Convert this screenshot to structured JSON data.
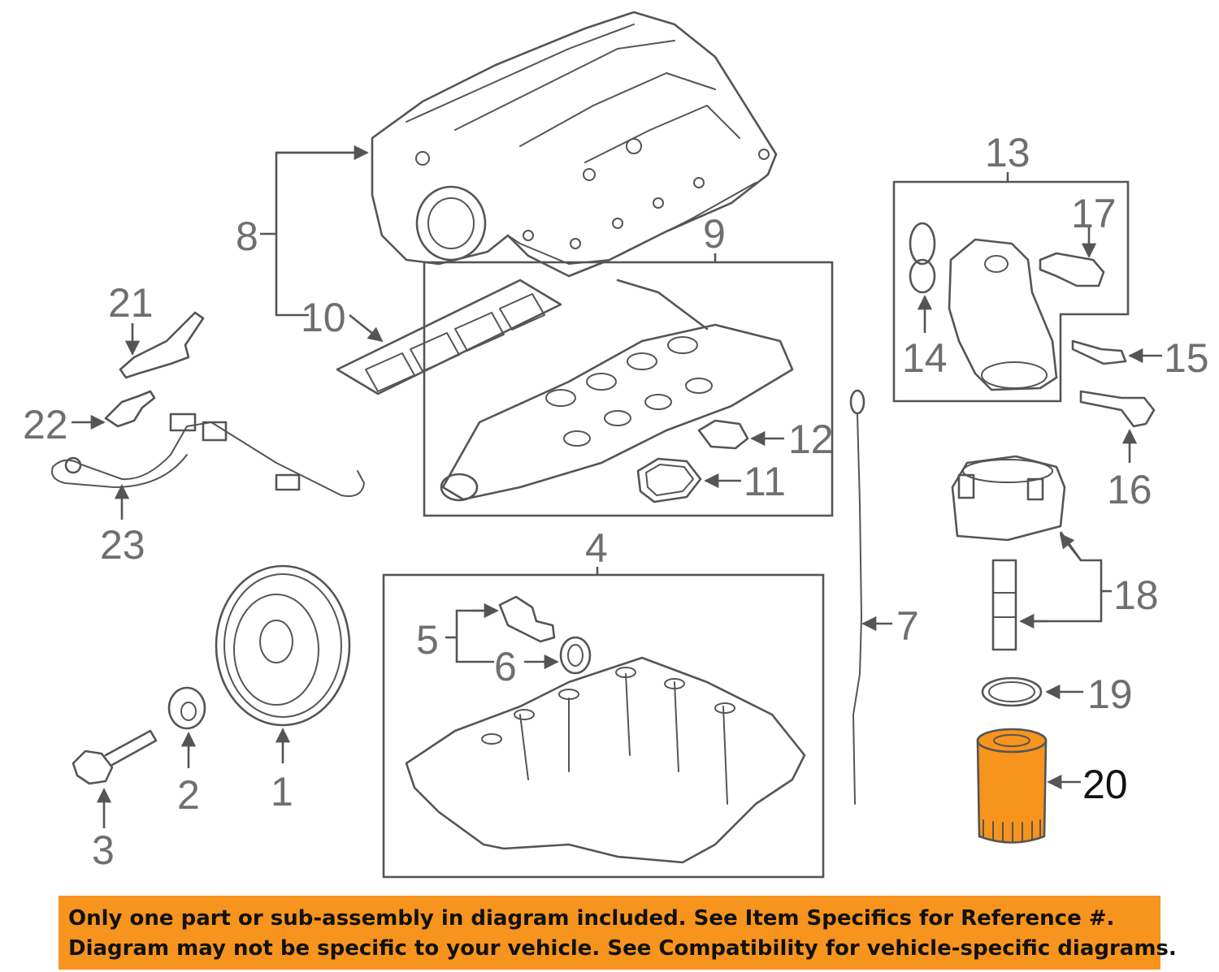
{
  "colors": {
    "line_art": "#555555",
    "callout_text": "#6f6f6f",
    "highlighted_part": "#f7941d",
    "banner_background": "#f7941d",
    "banner_text": "#111111"
  },
  "callouts": {
    "c1": "1",
    "c2": "2",
    "c3": "3",
    "c4": "4",
    "c5": "5",
    "c6": "6",
    "c7": "7",
    "c8": "8",
    "c9": "9",
    "c10": "10",
    "c11": "11",
    "c12": "12",
    "c13": "13",
    "c14": "14",
    "c15": "15",
    "c16": "16",
    "c17": "17",
    "c18": "18",
    "c19": "19",
    "c20": "20",
    "c21": "21",
    "c22": "22",
    "c23": "23"
  },
  "highlighted_callout": "20",
  "banner": {
    "line1": "Only one part or sub-assembly in diagram included. See Item Specifics for Reference #.",
    "line2": "Diagram may not be specific to your vehicle. See Compatibility for vehicle-specific diagrams."
  }
}
